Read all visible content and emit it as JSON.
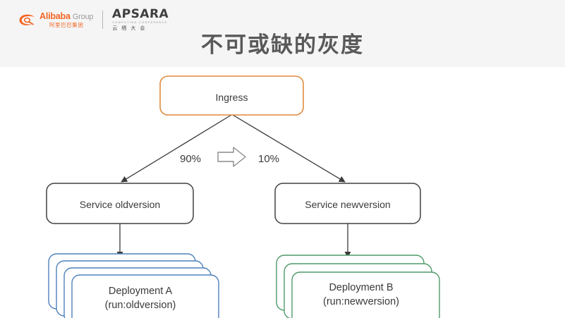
{
  "header": {
    "brand_left": {
      "icon": "alibaba-cloud-logo-icon",
      "name_en": "Alibaba",
      "name_suffix": "Group",
      "name_cn": "阿里巴巴集团"
    },
    "brand_right": {
      "icon": "apsara-logo-icon",
      "name_en": "APSARA",
      "name_sub": "COMPUTING CONFERENCE",
      "name_cn": "云栖大会"
    },
    "title": "不可或缺的灰度"
  },
  "colors": {
    "ingress_border": "#e08a3c",
    "service_border": "#404040",
    "deployment_a_border": "#4f81bd",
    "deployment_b_border": "#4f9a6a",
    "connector": "#3a3a3a",
    "arrow_outline": "#808080",
    "header_band": "#f5f5f5",
    "title_color": "#595959"
  },
  "diagram": {
    "ingress": {
      "label": "Ingress"
    },
    "split": {
      "left_percent": "90%",
      "right_percent": "10%",
      "shift_icon": "right-arrow-icon"
    },
    "services": [
      {
        "id": "old",
        "label": "Service oldversion"
      },
      {
        "id": "new",
        "label": "Service newversion"
      }
    ],
    "deployments": [
      {
        "id": "a",
        "line1": "Deployment A",
        "line2": "(run:oldversion)",
        "replicas": 4
      },
      {
        "id": "b",
        "line1": "Deployment B",
        "line2": "(run:newversion)",
        "replicas": 3
      }
    ]
  }
}
